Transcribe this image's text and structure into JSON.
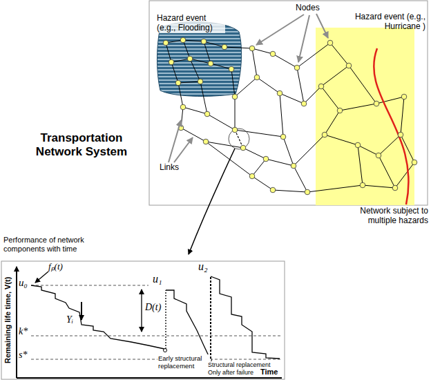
{
  "diagram": {
    "title": "Transportation Network System",
    "labels": [
      "Hazard event (e.g., Flooding)",
      "Nodes",
      "Hazard event (e.g., Hurricane )",
      "Links",
      "Network subject to multiple hazards",
      "Performance of network components with time",
      "Remaining life time, V(t)",
      "u₀",
      "fₚ(t)",
      "D(t)",
      "u₁",
      "u₂",
      "Yᵢ",
      "k*",
      "s*",
      "Early structural replacement",
      "Structural replacement Only after failure",
      "Time"
    ]
  }
}
